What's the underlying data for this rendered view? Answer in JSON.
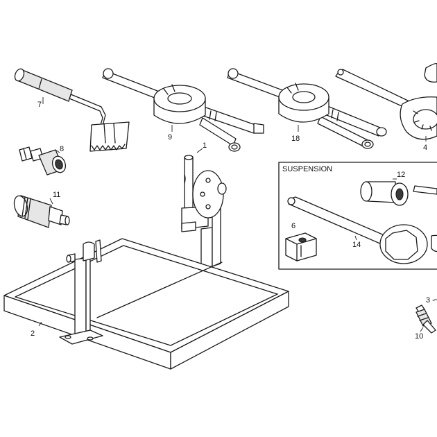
{
  "inset": {
    "title": "SUSPENSION"
  },
  "callouts": {
    "c1": "1",
    "c2": "2",
    "c3": "3 -",
    "c4": "4",
    "c6": "6",
    "c7": "7",
    "c8": "8",
    "c9": "9",
    "c10": "10",
    "c11": "11",
    "c12": "12",
    "c14": "14",
    "c18": "18"
  },
  "colors": {
    "line": "#1a1a1a",
    "background": "#ffffff",
    "shade": "#e6e6e6"
  }
}
